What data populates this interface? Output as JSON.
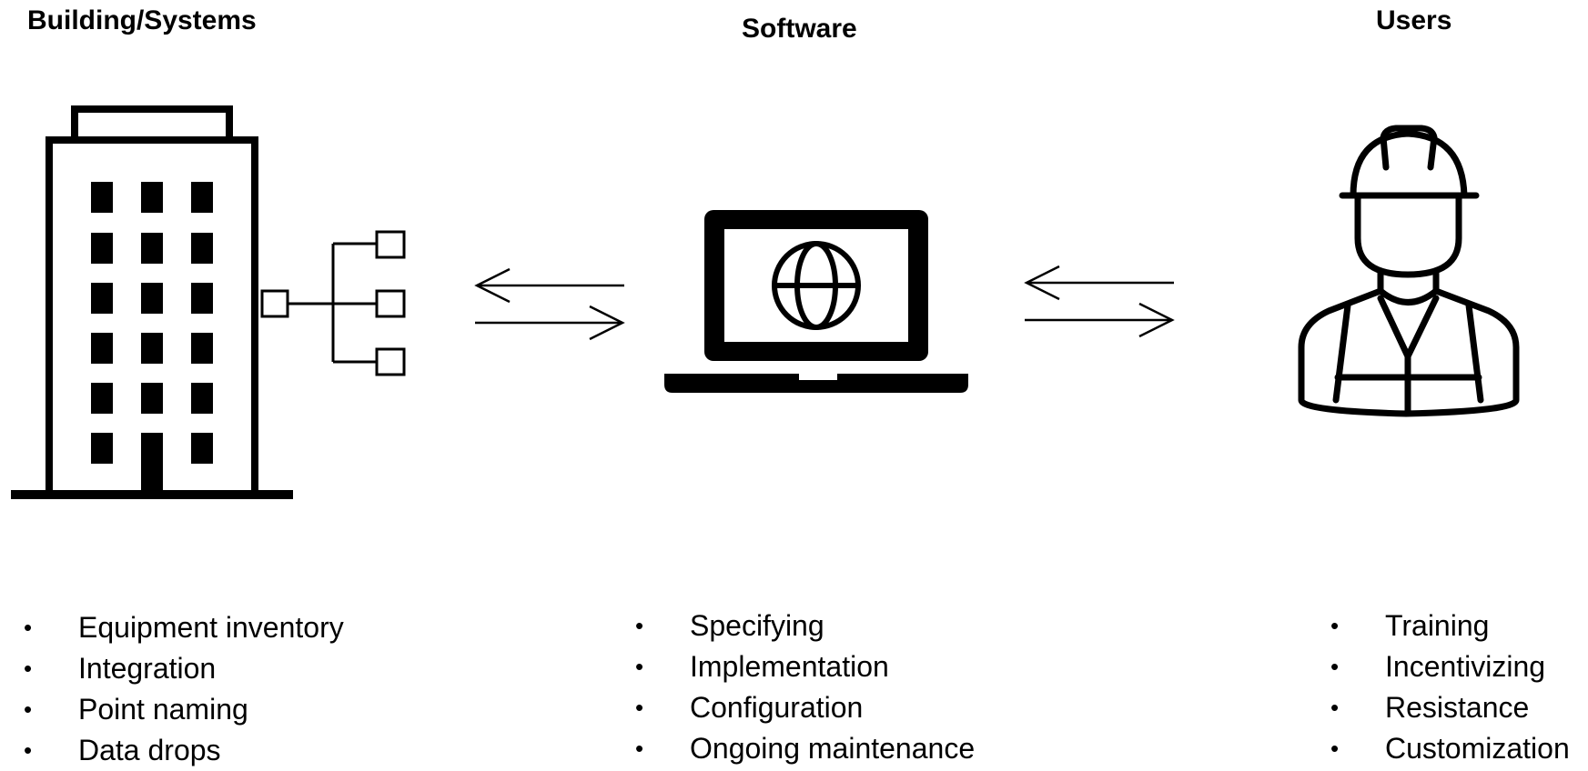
{
  "columns": [
    {
      "title": "Building/Systems",
      "icon": "building-icon",
      "items": [
        "Equipment inventory",
        "Integration",
        "Point naming",
        "Data drops"
      ]
    },
    {
      "title": "Software",
      "icon": "laptop-globe-icon",
      "items": [
        "Specifying",
        "Implementation",
        "Configuration",
        "Ongoing maintenance"
      ]
    },
    {
      "title": "Users",
      "icon": "construction-worker-icon",
      "items": [
        "Training",
        "Incentivizing",
        "Resistance",
        "Customization"
      ]
    }
  ],
  "connectors": [
    "bidirectional-arrows-icon",
    "bidirectional-arrows-icon"
  ],
  "colors": {
    "ink": "#000000",
    "background": "#ffffff"
  }
}
